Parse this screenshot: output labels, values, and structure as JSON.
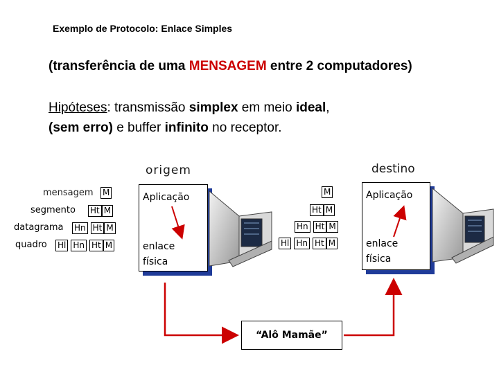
{
  "title": "Exemplo de Protocolo: Enlace Simples",
  "subtitle": {
    "pre": "(transferência de uma ",
    "highlight": "MENSAGEM",
    "post": " entre 2 computadores)"
  },
  "hypotheses": {
    "label": "Hipóteses",
    "t1": ": transmissão ",
    "simplex": "simplex",
    "t2": " em meio ",
    "ideal": "ideal",
    "t3": ",",
    "t4": "(sem erro)",
    "t5": " e buffer ",
    "infinito": "infinito",
    "t6": " no receptor."
  },
  "origin_label": "origem",
  "dest_label": "destino",
  "layers": {
    "mensagem": "mensagem",
    "segmento": "segmento",
    "datagrama": "datagrama",
    "quadro": "quadro"
  },
  "headers": {
    "m": "M",
    "ht": "Ht",
    "hn": "Hn",
    "hl": "Hl"
  },
  "stack": {
    "app": "Aplicação",
    "link": "enlace",
    "phys": "física"
  },
  "message": "“Alô Mamãe”",
  "colors": {
    "highlight": "#cc0000",
    "arrow": "#cc0000",
    "shadow": "#1f3b99"
  }
}
